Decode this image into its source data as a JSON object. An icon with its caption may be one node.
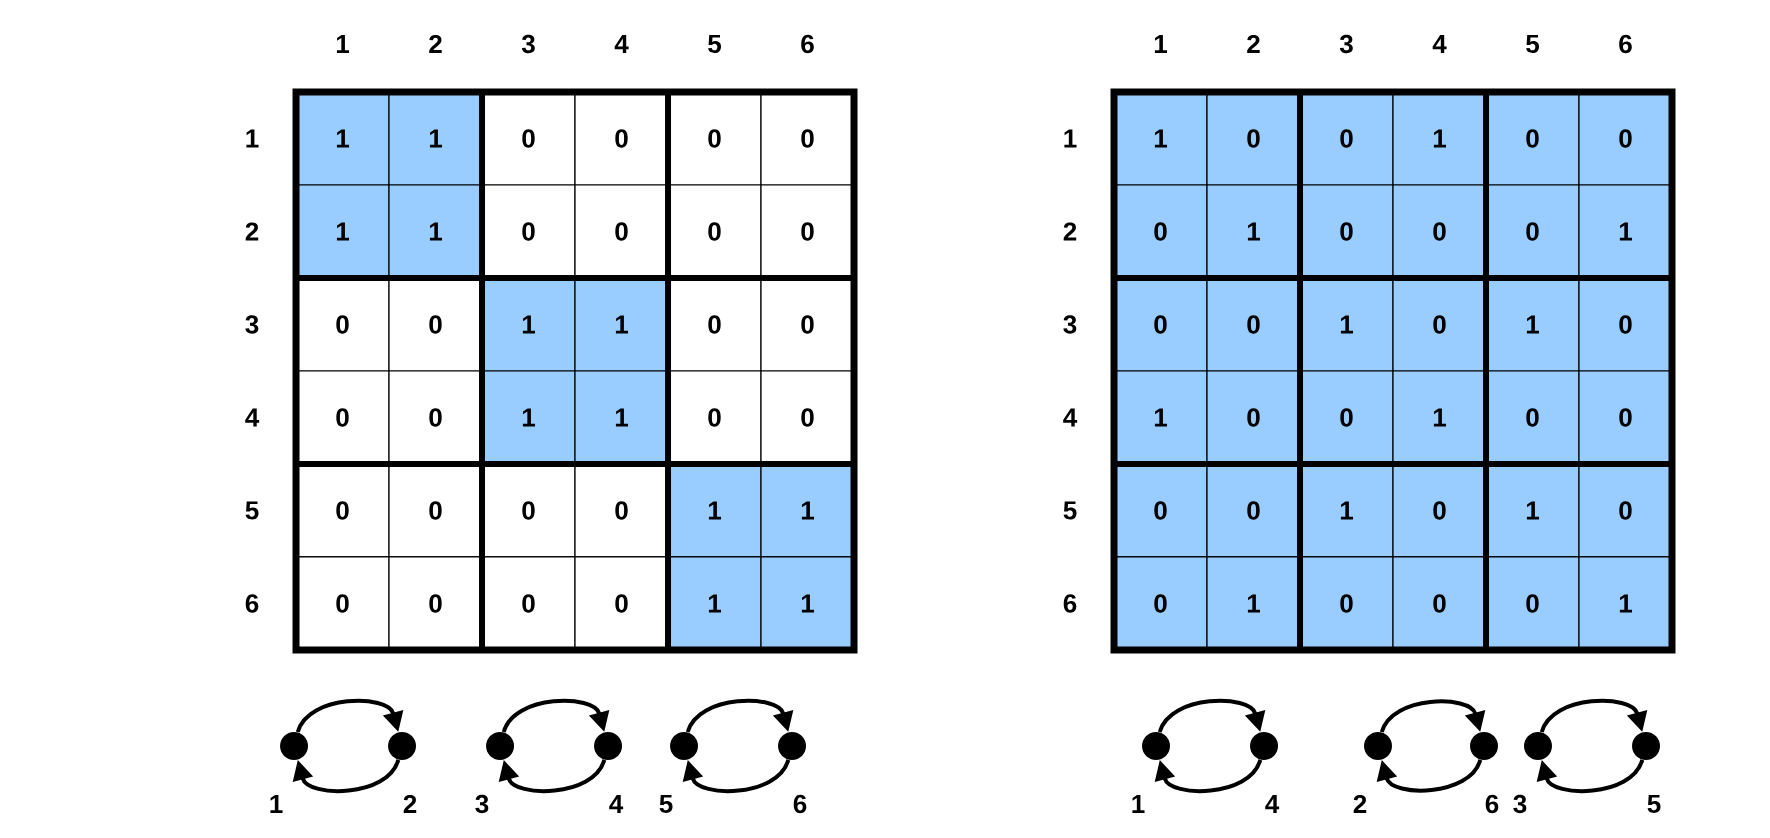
{
  "diagram": {
    "nodes": [
      {
        "text": [],
        "shape": "circle",
        "beside": [
          "1"
        ]
      },
      {
        "text": [],
        "shape": "circle",
        "beside": [
          "2"
        ]
      },
      {
        "text": [],
        "shape": "circle",
        "beside": [
          "3"
        ]
      },
      {
        "text": [],
        "shape": "circle",
        "beside": [
          "4"
        ]
      },
      {
        "text": [],
        "shape": "circle",
        "beside": [
          "5"
        ]
      },
      {
        "text": [],
        "shape": "circle",
        "beside": [
          "6"
        ]
      },
      {
        "text": [],
        "shape": "circle",
        "beside": [
          "1"
        ]
      },
      {
        "text": [],
        "shape": "circle",
        "beside": [
          "4"
        ]
      },
      {
        "text": [],
        "shape": "circle",
        "beside": [
          "2"
        ]
      },
      {
        "text": [],
        "shape": "circle",
        "beside": [
          "6"
        ]
      },
      {
        "text": [],
        "shape": "circle",
        "beside": [
          "3"
        ]
      },
      {
        "text": [],
        "shape": "circle",
        "beside": [
          "5"
        ]
      }
    ],
    "edges": [
      {
        "from": 0,
        "to": 1,
        "arrow": "to"
      },
      {
        "from": 1,
        "to": 0,
        "arrow": "to"
      },
      {
        "from": 2,
        "to": 3,
        "arrow": "to"
      },
      {
        "from": 3,
        "to": 2,
        "arrow": "to"
      },
      {
        "from": 4,
        "to": 5,
        "arrow": "to"
      },
      {
        "from": 5,
        "to": 4,
        "arrow": "to"
      },
      {
        "from": 6,
        "to": 7,
        "arrow": "to"
      },
      {
        "from": 7,
        "to": 6,
        "arrow": "to"
      },
      {
        "from": 8,
        "to": 9,
        "arrow": "to"
      },
      {
        "from": 9,
        "to": 8,
        "arrow": "to"
      },
      {
        "from": 10,
        "to": 11,
        "arrow": "to"
      },
      {
        "from": 11,
        "to": 10,
        "arrow": "to"
      }
    ],
    "labels": [
      "1",
      "2",
      "3",
      "4",
      "5",
      "6",
      "1",
      "1",
      "1",
      "0",
      "0",
      "0",
      "0",
      "2",
      "1",
      "1",
      "0",
      "0",
      "0",
      "0",
      "3",
      "0",
      "0",
      "1",
      "1",
      "0",
      "0",
      "4",
      "0",
      "0",
      "1",
      "1",
      "0",
      "0",
      "5",
      "0",
      "0",
      "0",
      "0",
      "1",
      "1",
      "6",
      "0",
      "0",
      "0",
      "0",
      "1",
      "1",
      "1",
      "2",
      "3",
      "4",
      "5",
      "6",
      "1",
      "1",
      "0",
      "0",
      "1",
      "0",
      "0",
      "2",
      "0",
      "1",
      "0",
      "0",
      "0",
      "1",
      "3",
      "0",
      "0",
      "1",
      "0",
      "1",
      "0",
      "4",
      "1",
      "0",
      "0",
      "1",
      "0",
      "0",
      "5",
      "0",
      "0",
      "1",
      "0",
      "1",
      "0",
      "6",
      "0",
      "1",
      "0",
      "0",
      "0",
      "1"
    ]
  }
}
